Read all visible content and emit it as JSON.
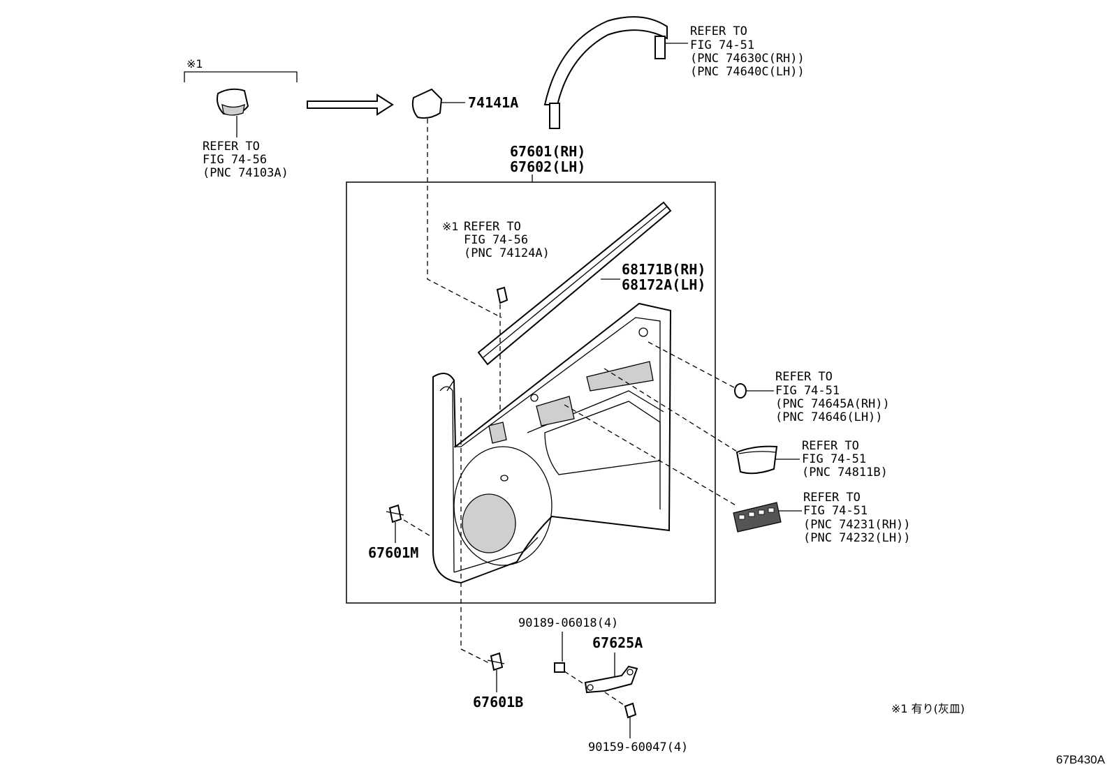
{
  "callouts": {
    "marker_top_left": "※1",
    "garnish_ref": [
      "REFER TO",
      "FIG 74-56",
      "(PNC 74103A)"
    ],
    "part_74141A": "74141A",
    "grip_ref": [
      "REFER TO",
      "FIG 74-51",
      "(PNC 74630C(RH))",
      "(PNC 74640C(LH))"
    ],
    "panel_rh": "67601(RH)",
    "panel_lh": "67602(LH)",
    "inner_marker": "※1",
    "inner_ref": [
      "REFER TO",
      "FIG 74-56",
      "(PNC 74124A)"
    ],
    "weatherstrip_rh": "68171B(RH)",
    "weatherstrip_lh": "68172A(LH)",
    "cap_ref": [
      "REFER TO",
      "FIG 74-51",
      "(PNC 74645A(RH))",
      "(PNC 74646(LH))"
    ],
    "pocket_ref": [
      "REFER TO",
      "FIG 74-51",
      "(PNC 74811B)"
    ],
    "switch_ref": [
      "REFER TO",
      "FIG 74-51",
      "(PNC 74231(RH))",
      "(PNC 74232(LH))"
    ],
    "clip_67601M": "67601M",
    "clip_67601B": "67601B",
    "nut_90189": "90189-06018(4)",
    "bracket_67625A": "67625A",
    "screw_90159": "90159-60047(4)",
    "footnote": "※1 有り(灰皿)",
    "diagram_code": "67B430A"
  }
}
